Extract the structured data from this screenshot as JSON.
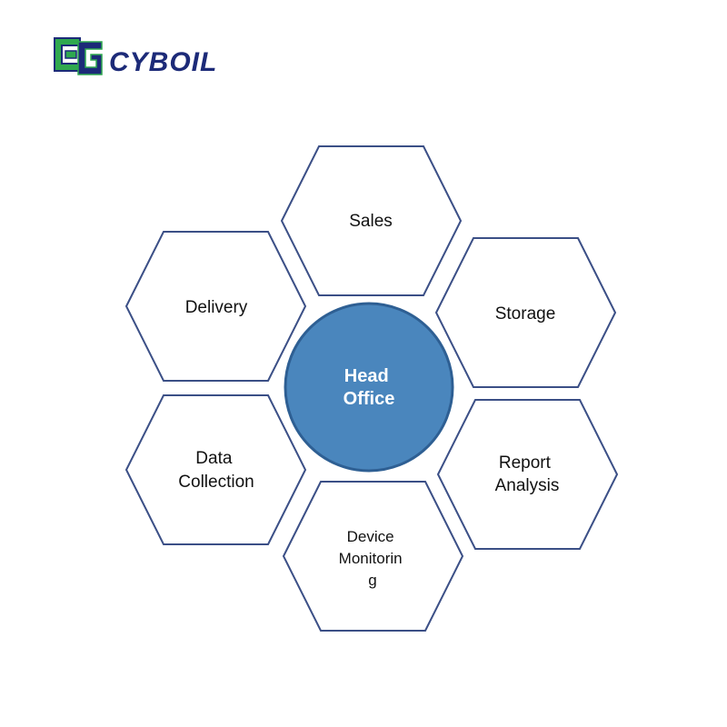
{
  "logo": {
    "text": "CYBOIL",
    "colors": {
      "green": "#2fa84f",
      "blue": "#1c2a78"
    }
  },
  "center": {
    "lines": [
      "Head",
      "Office"
    ],
    "fill_color": "#4a86bd"
  },
  "nodes": [
    {
      "id": "sales",
      "lines": [
        "Sales"
      ]
    },
    {
      "id": "storage",
      "lines": [
        "Storage"
      ]
    },
    {
      "id": "report-analysis",
      "lines": [
        "Report",
        "Analysis"
      ]
    },
    {
      "id": "device-monitoring",
      "lines": [
        "Device",
        "Monitorin",
        "g"
      ]
    },
    {
      "id": "data-collection",
      "lines": [
        "Data",
        "Collection"
      ]
    },
    {
      "id": "delivery",
      "lines": [
        "Delivery"
      ]
    }
  ],
  "colors": {
    "hex_stroke": "#3b4f86",
    "center_fill": "#4a86bd"
  }
}
